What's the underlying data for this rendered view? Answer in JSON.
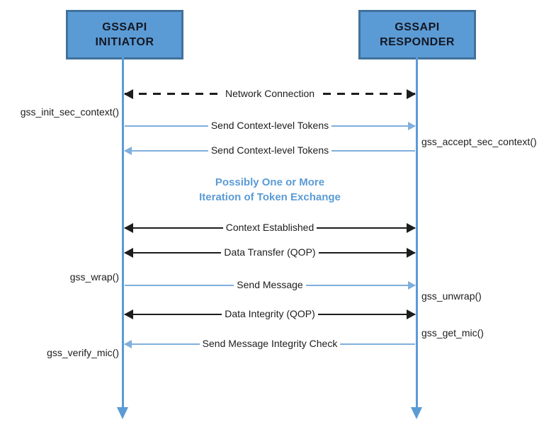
{
  "actors": {
    "initiator": {
      "line1": "GSSAPI",
      "line2": "INITIATOR"
    },
    "responder": {
      "line1": "GSSAPI",
      "line2": "RESPONDER"
    }
  },
  "messages": {
    "network_connection": "Network Connection",
    "send_tokens_request": "Send Context-level Tokens",
    "send_tokens_response": "Send Context-level Tokens",
    "context_established": "Context Established",
    "data_transfer": "Data Transfer (QOP)",
    "send_message": "Send Message",
    "data_integrity": "Data Integrity (QOP)",
    "send_mic": "Send Message Integrity Check"
  },
  "note": {
    "line1": "Possibly One or More",
    "line2": "Iteration of Token Exchange"
  },
  "calls": {
    "init_sec_context": "gss_init_sec_context()",
    "accept_sec_context": "gss_accept_sec_context()",
    "wrap": "gss_wrap()",
    "unwrap": "gss_unwrap()",
    "get_mic": "gss_get_mic()",
    "verify_mic": "gss_verify_mic()"
  },
  "colors": {
    "actor_box_fill": "#5B9BD5",
    "actor_box_border": "#41719C",
    "lifeline": "#5B9BD5",
    "blue_message_arrow": "#7FAFDC",
    "black_arrow": "#1d1d1d",
    "note_text": "#5B9BD5",
    "label_text": "#1d1d1d",
    "background": "#ffffff"
  }
}
